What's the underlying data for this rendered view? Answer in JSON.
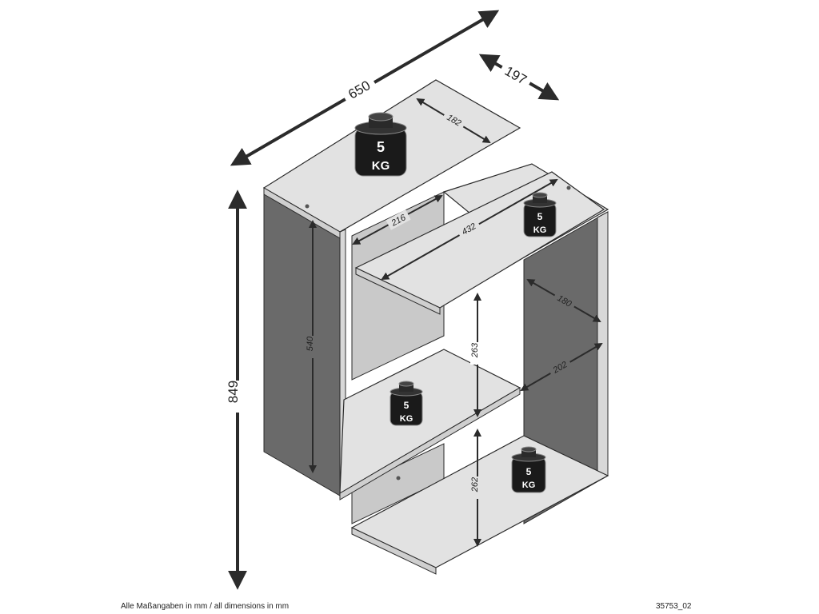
{
  "dimensions": {
    "overall_width": "650",
    "depth": "197",
    "height": "849",
    "top_shelf_width": "182",
    "upper_left_width": "216",
    "middle_shelf_width": "432",
    "left_inner_height": "540",
    "right_depth": "180",
    "middle_gap_height": "263",
    "lower_depth": "202",
    "bottom_gap_height": "262"
  },
  "weight_label": {
    "amount": "5",
    "unit": "KG"
  },
  "footer": {
    "note": "Alle Maßangaben in mm / all dimensions in mm",
    "code": "35753_02"
  },
  "colors": {
    "line": "#2b2b2b",
    "panel_light": "#e2e2e2",
    "panel_dark": "#6a6a6a",
    "back_panel": "#c9c9c9",
    "weight": "#1a1a1a"
  }
}
